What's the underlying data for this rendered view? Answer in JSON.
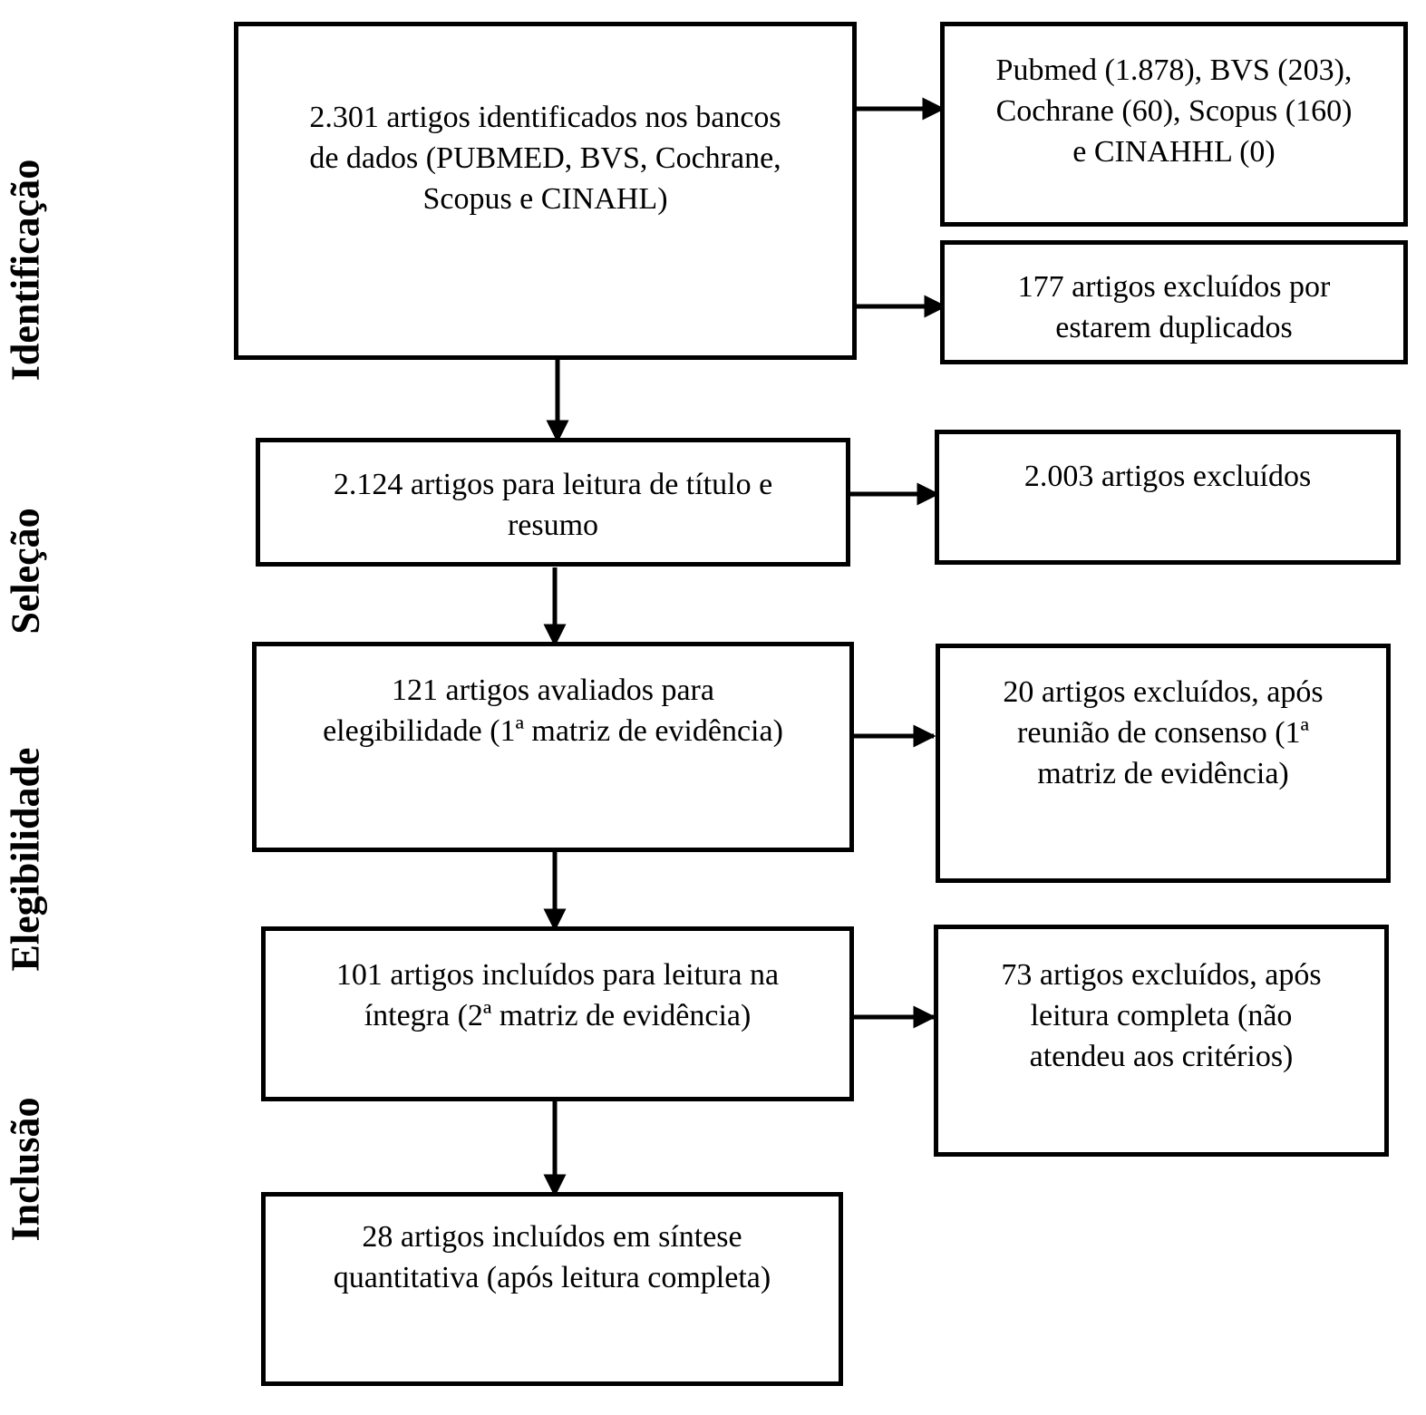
{
  "phases": {
    "identificacao": "Identificação",
    "selecao": "Seleção",
    "elegibilidade": "Elegibilidade",
    "inclusao": "Inclusão"
  },
  "boxes": {
    "identified": "2.301 artigos identificados nos bancos\nde dados (PUBMED,  BVS,  Cochrane,\nScopus e CINAHL)",
    "databases": "Pubmed (1.878), BVS  (203),\nCochrane (60), Scopus (160)\ne CINAHHL  (0)",
    "duplicates": "177 artigos excluídos por\nestarem duplicados",
    "screening": "2.124 artigos para leitura de título e\nresumo",
    "screening_excluded": "2.003 artigos excluídos",
    "eligibility": "121 artigos avaliados para\nelegibilidade (1ª matriz de evidência)",
    "eligibility_excluded": "20 artigos excluídos, após\nreunião de consenso (1ª\nmatriz de evidência)",
    "fulltext": "101 artigos incluídos para leitura na\níntegra (2ª matriz de evidência)",
    "fulltext_excluded": "73 artigos excluídos, após\nleitura completa (não\natendeu aos critérios)",
    "included": "28 artigos incluídos em síntese\nquantitativa (após leitura completa)"
  }
}
